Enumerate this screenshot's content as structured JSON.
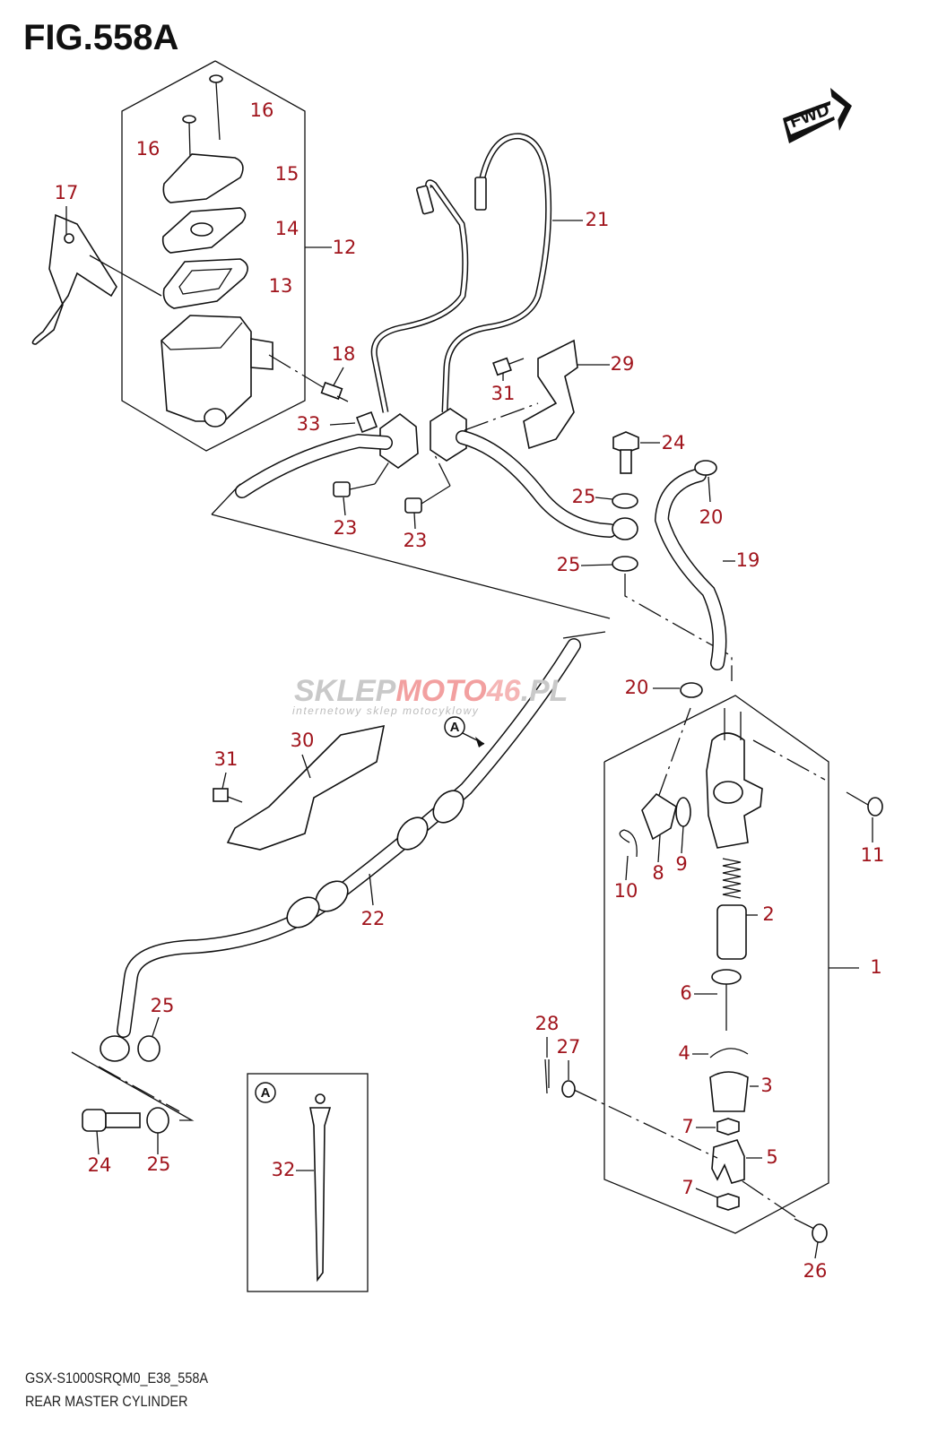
{
  "figure": {
    "title": "FIG.558A",
    "direction_badge": "FWD"
  },
  "footer": {
    "model_code": "GSX-S1000SRQM0_E38_558A",
    "description": "REAR MASTER CYLINDER"
  },
  "watermark": {
    "brand_gray": "SKLEP",
    "brand_red": "MOTO",
    "brand_number": "46",
    "brand_tld": ".PL",
    "tagline": "internetowy sklep motocyklowy"
  },
  "callouts": [
    "16",
    "16",
    "15",
    "14",
    "12",
    "13",
    "17",
    "18",
    "33",
    "23",
    "23",
    "21",
    "29",
    "31",
    "31",
    "24",
    "24",
    "25",
    "25",
    "25",
    "25",
    "20",
    "20",
    "19",
    "30",
    "22",
    "11",
    "10",
    "8",
    "9",
    "2",
    "1",
    "6",
    "28",
    "27",
    "4",
    "3",
    "7",
    "7",
    "5",
    "32",
    "26"
  ],
  "view_markers": [
    "A",
    "A"
  ],
  "colors": {
    "callout": "#a0141c",
    "lines": "#111111",
    "watermark_red": "#f08080",
    "watermark_gray": "#c9c9c9"
  }
}
